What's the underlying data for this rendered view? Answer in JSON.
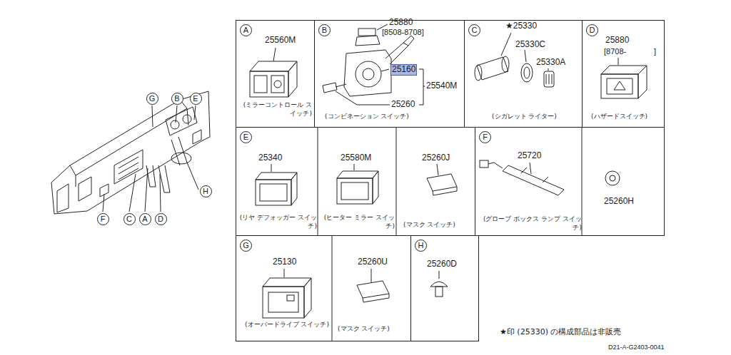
{
  "diagram": {
    "nodes": [
      {
        "text": [
          "G"
        ]
      },
      {
        "text": [
          "B"
        ]
      },
      {
        "text": [
          "E"
        ]
      },
      {
        "text": [
          "H"
        ]
      },
      {
        "text": [
          "F"
        ]
      },
      {
        "text": [
          "C"
        ]
      },
      {
        "text": [
          "A"
        ]
      },
      {
        "text": [
          "D"
        ]
      },
      {
        "text": [
          "(ミラーコントロール スイッチ)"
        ]
      },
      {
        "text": [
          "A"
        ],
        "in": 8
      },
      {
        "text": [
          "(コンビネーション スイッチ)"
        ]
      },
      {
        "text": [
          "B"
        ],
        "in": 10
      },
      {
        "text": [
          "(シガレット ライター)"
        ]
      },
      {
        "text": [
          "C"
        ],
        "in": 12
      },
      {
        "text": [
          "(ハザードスイッチ)"
        ]
      },
      {
        "text": [
          "D"
        ],
        "in": 14
      },
      {
        "text": [
          "(リヤ デフォッガー スイッチ)",
          "(ヒーター ミラー スイッチ)",
          "(マスク スイッチ)"
        ]
      },
      {
        "text": [
          "E"
        ],
        "in": 16
      },
      {
        "text": [
          "(グローブ ボックス ランプ スイッチ)"
        ]
      },
      {
        "text": [
          "F"
        ],
        "in": 18
      },
      {
        "text": [
          "(オーバードライブ スイッチ)",
          "(マスク スイッチ)"
        ]
      },
      {
        "text": [
          "G"
        ],
        "in": 20
      },
      {
        "text": []
      },
      {
        "text": [
          "H"
        ],
        "in": 22
      }
    ],
    "labels": [
      "25560M",
      "25880",
      "[8508-8708]",
      "25160",
      "25540M",
      "25260",
      "★25330",
      "25330C",
      "25330A",
      "25880",
      "[8708-",
      "]",
      "25340",
      "25580M",
      "25260J",
      "25720",
      "25260H",
      "25130",
      "25260U",
      "25260D",
      "★印 (25330) の構成部品は非販売",
      "D21-A-G2403-0041"
    ]
  }
}
